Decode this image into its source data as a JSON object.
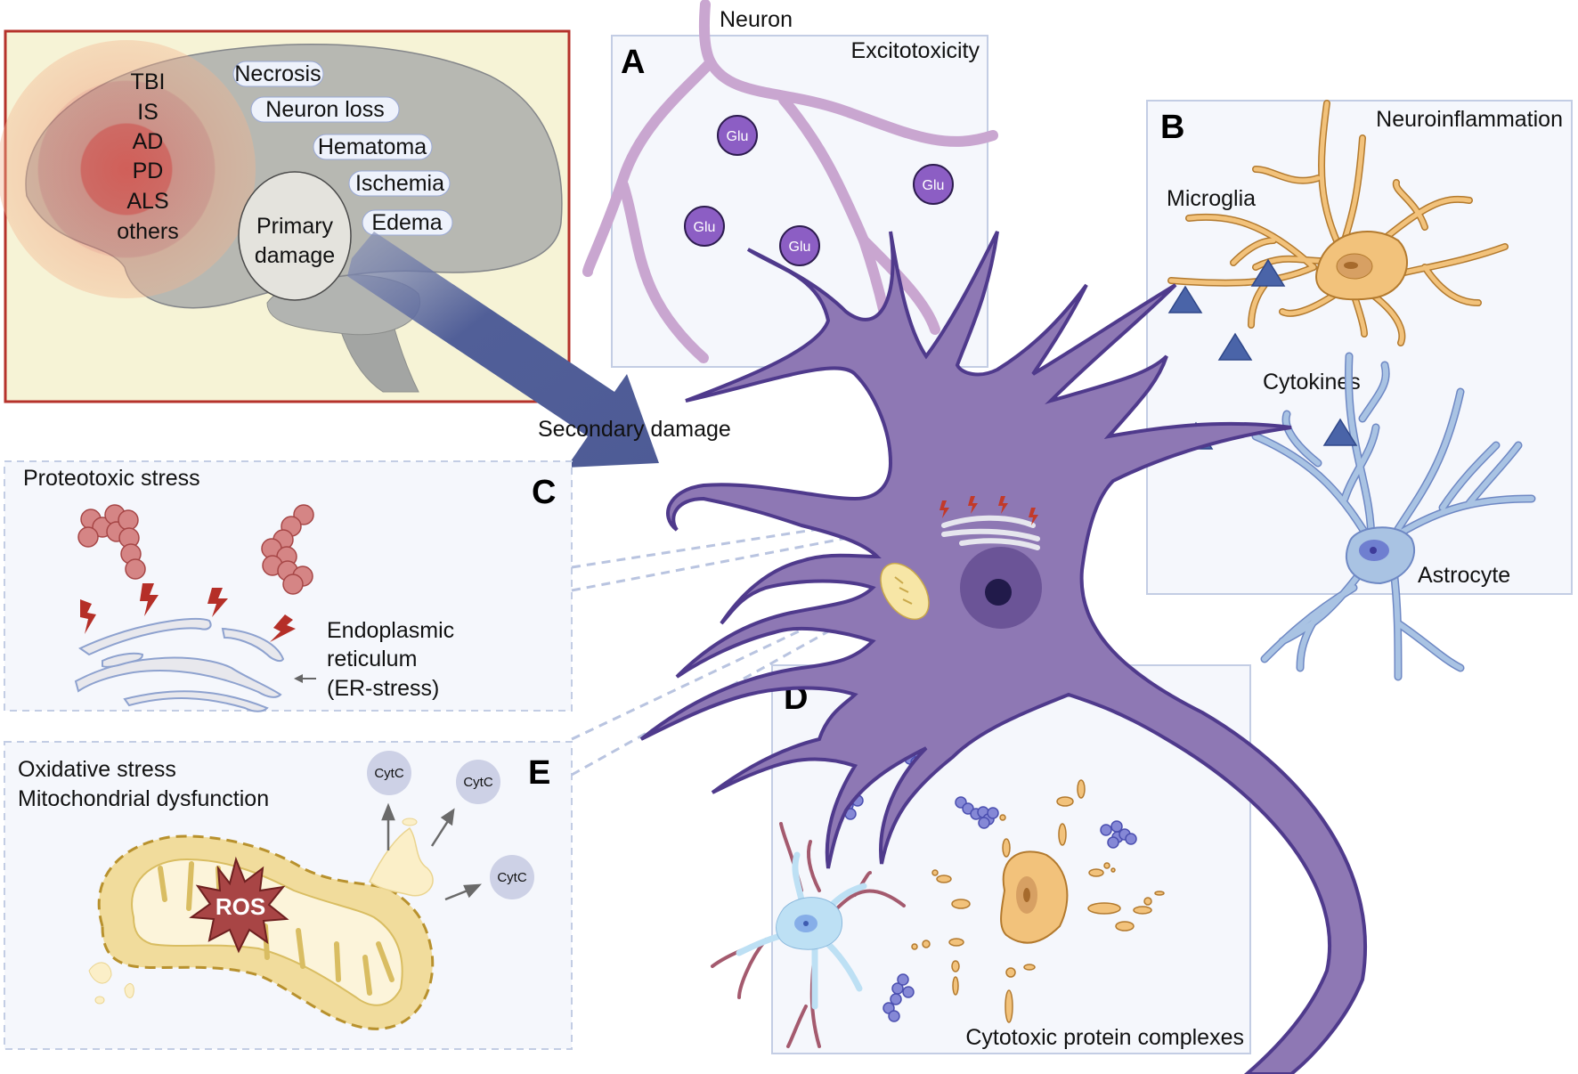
{
  "title": "Primary and secondary damage mechanisms in the injured brain",
  "primary": {
    "diseases": [
      "TBI",
      "IS",
      "AD",
      "PD",
      "ALS",
      "others"
    ],
    "tags": [
      "Necrosis",
      "Neuron loss",
      "Hematoma",
      "Ischemia",
      "Edema"
    ],
    "circle_line1": "Primary",
    "circle_line2": "damage"
  },
  "arrow_label": "Secondary damage",
  "panels": {
    "A": {
      "letter": "A",
      "title": "Excitotoxicity",
      "neuron_label": "Neuron",
      "glu_label": "Glu",
      "glu_count": 4
    },
    "B": {
      "letter": "B",
      "title": "Neuroinflammation",
      "microglia": "Microglia",
      "cytokines": "Cytokines",
      "astrocyte": "Astrocyte"
    },
    "C": {
      "letter": "C",
      "title": "Proteotoxic stress",
      "er_line1": "Endoplasmic",
      "er_line2": "reticulum",
      "er_line3": "(ER-stress)"
    },
    "D": {
      "letter": "D",
      "title": "Cytotoxic protein complexes"
    },
    "E": {
      "letter": "E",
      "title_line1": "Oxidative stress",
      "title_line2": "Mitochondrial dysfunction",
      "ros": "ROS",
      "cytc": "CytC"
    }
  },
  "colors": {
    "brain_box_border": "#b5322b",
    "brain_box_fill": "#f6f3d6",
    "neuron_purple": "#8e78b4",
    "neuron_outline": "#4f3a8c",
    "arrow_blue": "#515f98",
    "panel_border": "#c3cde4",
    "panel_fill": "#f5f7fc",
    "microglia": "#f2c27b",
    "astrocyte": "#a9c3e3",
    "cytokine": "#4a64a8",
    "protein_red": "#d58585",
    "mito_yellow": "#f1dc9c"
  }
}
